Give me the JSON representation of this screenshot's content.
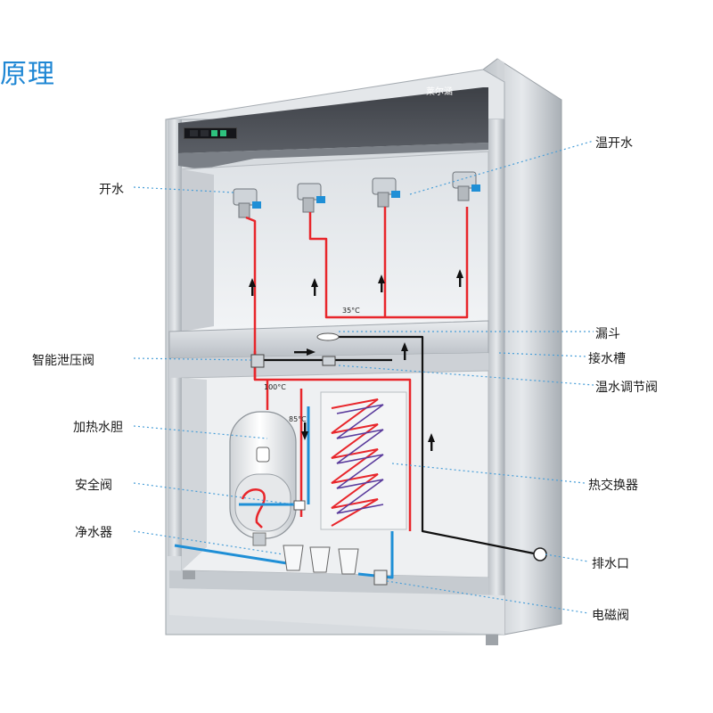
{
  "title": "原理",
  "brand": "莱尔涵",
  "labels": {
    "boiling_water": "开水",
    "warm_boiling_water": "温开水",
    "smart_pressure_valve": "智能泄压阀",
    "funnel": "漏斗",
    "drip_tray": "接水槽",
    "warm_water_valve": "温水调节阀",
    "heating_tank": "加热水胆",
    "safety_valve": "安全阀",
    "heat_exchanger": "热交换器",
    "water_purifier": "净水器",
    "drain_outlet": "排水口",
    "solenoid_valve": "电磁阀"
  },
  "temperatures": {
    "t35": "35°C",
    "t100": "100°C",
    "t85": "85°C"
  },
  "colors": {
    "hot_line": "#e8262b",
    "cold_line": "#1f8fd6",
    "drain_line": "#111111",
    "leader_line": "#4a9fd8",
    "title": "#1f87d4"
  }
}
